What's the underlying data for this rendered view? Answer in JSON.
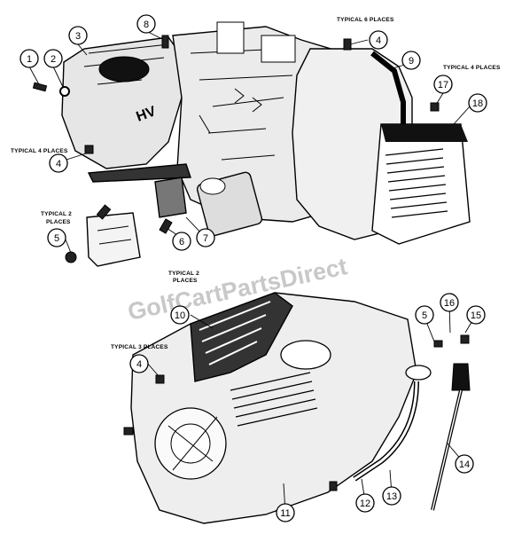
{
  "watermark": "GolfCartPartsDirect",
  "callouts": [
    "1",
    "2",
    "3",
    "8",
    "4",
    "9",
    "17",
    "18",
    "4",
    "5",
    "6",
    "7",
    "10",
    "4",
    "5",
    "16",
    "15",
    "14",
    "11",
    "12",
    "13"
  ],
  "notes": {
    "typical_6_places": "TYPICAL 6 PLACES",
    "typical_4_places_right": "TYPICAL 4 PLACES",
    "typical_4_places_left": "TYPICAL 4 PLACES",
    "typical_2_places_a": "TYPICAL 2",
    "typical_2_places_a2": "PLACES",
    "typical_2_places_b": "TYPICAL 2",
    "typical_2_places_b2": "PLACES",
    "typical_3_places": "TYPICAL 3 PLACES"
  },
  "head_marking": "HV"
}
